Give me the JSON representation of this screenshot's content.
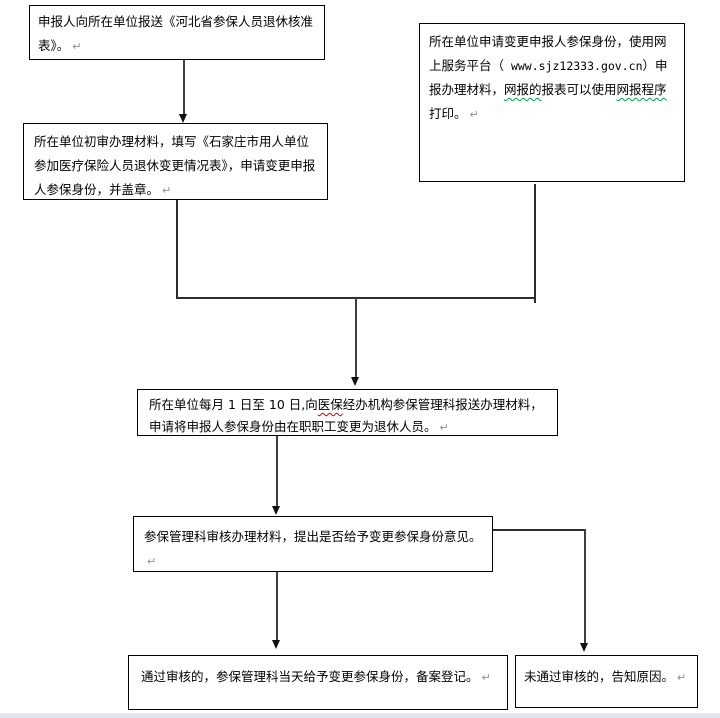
{
  "glyphs": {
    "return_mark": "↵"
  },
  "colors": {
    "box_border": "#000000",
    "text": "#000000",
    "return_mark": "#8f8f8f",
    "spellcheck_green": "#00a050",
    "spellcheck_red": "#d40000",
    "connector": "#3f3f3f",
    "bottom_band": "#dde7f3",
    "background": "#ffffff"
  },
  "flowchart": {
    "boxes": {
      "report": {
        "text": "申报人向所在单位报送《河北省参保人员退休核准表》。"
      },
      "online": {
        "seg1": "所在单位申请变更申报人参保身份，使用网上服务平台（",
        "url": " www.sjz12333.gov.cn",
        "seg2": "）申报办理材料，",
        "misspell1": "网报的",
        "seg3": "报表可以使用",
        "misspell2": "网报程序",
        "seg4": "打印。"
      },
      "initial_review": {
        "text": "所在单位初审办理材料，填写《石家庄市用人单位参加医疗保险人员退休变更情况表》，申请变更申报人参保身份，并盖章。"
      },
      "monthly_submit": {
        "seg1": "所在单位每月 1 日至 10 日,向",
        "misspell1": "医保",
        "seg2": "经办机构参保管理科报送办理材料，申请将申报人参保身份由在职职工变更为退休人员。"
      },
      "dept_review": {
        "text": "参保管理科审核办理材料，提出是否给予变更参保身份意见。"
      },
      "approved": {
        "text": "通过审核的，参保管理科当天给予变更参保身份，备案登记。"
      },
      "rejected": {
        "text": "未通过审核的，告知原因。"
      }
    }
  }
}
